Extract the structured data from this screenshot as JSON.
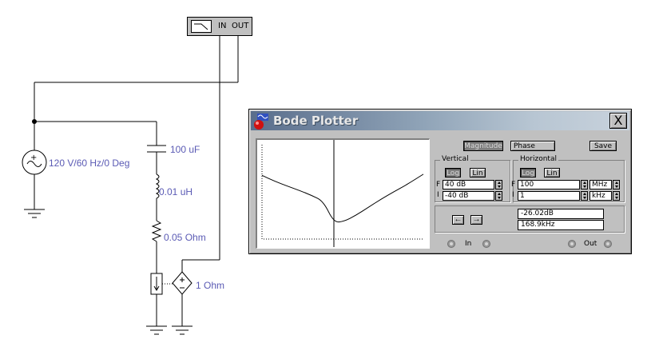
{
  "schematic": {
    "source_label": "120 V/60 Hz/0 Deg",
    "capacitor_label": "100 uF",
    "inductor_label": "0.01 uH",
    "resistor_label": "0.05  Ohm",
    "dep_source_label": "1  Ohm",
    "bode_icon": {
      "in_label": "IN",
      "out_label": "OUT"
    },
    "wire_color": "#000000",
    "label_color": "#5a5ab4"
  },
  "window": {
    "title": "Bode Plotter",
    "close_label": "X",
    "magnitude_label": "Magnitude",
    "phase_label": "Phase",
    "save_label": "Save",
    "vertical": {
      "title": "Vertical",
      "log_label": "Log",
      "lin_label": "Lin",
      "final_prefix": "F",
      "initial_prefix": "I",
      "final_value": "40 dB",
      "initial_value": "-40 dB"
    },
    "horizontal": {
      "title": "Horizontal",
      "log_label": "Log",
      "lin_label": "Lin",
      "final_prefix": "F",
      "initial_prefix": "I",
      "final_value": "100",
      "initial_value": "1",
      "final_unit": "MHz",
      "initial_unit": "kHz"
    },
    "readout": {
      "left_arrow": "←",
      "right_arrow": "→",
      "magnitude": "-26.02dB",
      "frequency": "168.9kHz"
    },
    "in_label": "In",
    "out_label": "Out"
  },
  "chart_data": {
    "type": "line",
    "xlim_label": [
      "1 kHz",
      "100 MHz"
    ],
    "ylim": [
      -40,
      40
    ],
    "x_scale": "log",
    "cursor_frequency": "168.9kHz",
    "cursor_value": "-26.02dB",
    "series": [
      {
        "x": [
          1000,
          2500,
          6000,
          15000,
          35000,
          80000,
          168900,
          350000,
          800000,
          2000000,
          5000000,
          12000000,
          30000000,
          100000000
        ],
        "y": [
          14,
          9,
          5,
          1,
          -3,
          -8,
          -26.02,
          -25,
          -20,
          -13,
          -6,
          0,
          6,
          15
        ]
      }
    ]
  }
}
